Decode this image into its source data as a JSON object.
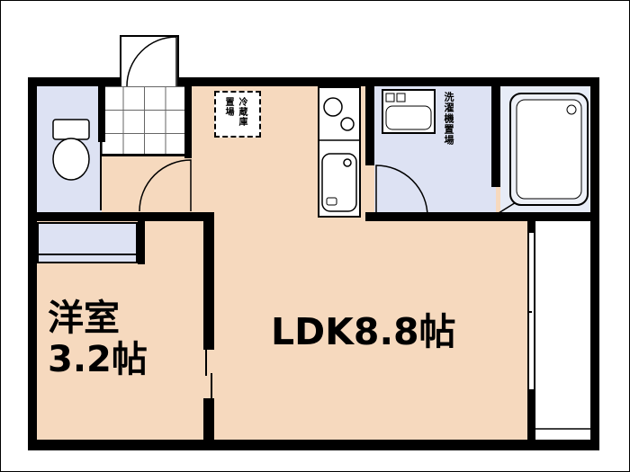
{
  "labels": {
    "ldk": "LDK8.8帖",
    "bedroom_line1": "洋室",
    "bedroom_line2": "3.2帖",
    "fridge_space": "冷蔵庫置場",
    "washer_space": "洗濯機置場"
  },
  "colors": {
    "wall": "#000000",
    "flooring": "#f6d9be",
    "wet_area": "#dde2f3",
    "bathroom_floor": "#e7ecf7",
    "background": "#ffffff"
  }
}
